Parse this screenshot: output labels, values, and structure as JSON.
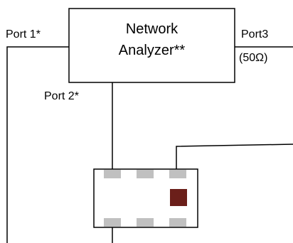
{
  "analyzer": {
    "line1": "Network",
    "line2": "Analyzer**"
  },
  "ports": {
    "port1": "Port 1*",
    "port2": "Port 2*",
    "port3": "Port3",
    "port3_termination": "(50Ω)"
  },
  "colors": {
    "line": "#000000",
    "pad": "#c0c0c0",
    "component": "#6b1f1a"
  }
}
